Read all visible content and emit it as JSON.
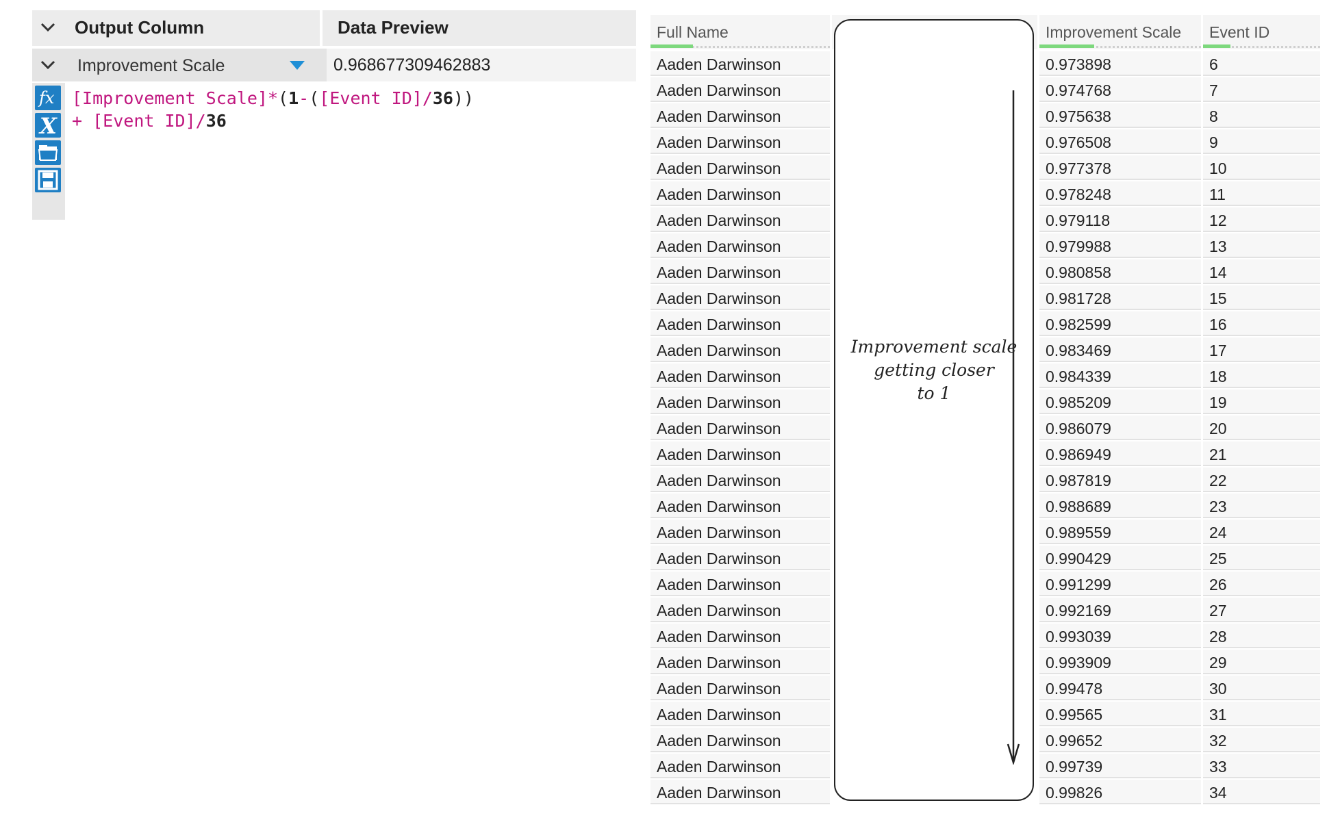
{
  "editor": {
    "header": {
      "output_column": "Output Column",
      "data_preview": "Data Preview"
    },
    "row": {
      "column_name": "Improvement Scale",
      "preview_value": "0.968677309462883"
    },
    "formula": {
      "line1_field1": "[Improvement Scale]",
      "line1_op1": "*",
      "line1_paren_open": "(",
      "line1_num1": "1",
      "line1_op2": "-",
      "line1_paren_open2": "(",
      "line1_field2": "[Event ID]",
      "line1_op3": "/",
      "line1_num2": "36",
      "line1_paren_close": "))",
      "line2_op": "+ ",
      "line2_field": "[Event ID]",
      "line2_op2": "/",
      "line2_num": "36"
    },
    "tools": [
      "fx-icon",
      "variable-x-icon",
      "open-folder-icon",
      "save-icon"
    ],
    "accent_color": "#1f7fc4",
    "field_color": "#c0177f"
  },
  "grid": {
    "headers": {
      "full_name": "Full Name",
      "improvement_scale": "Improvement Scale",
      "event_id": "Event ID"
    },
    "rows": [
      {
        "name": "Aaden Darwinson",
        "scale": "0.973898",
        "id": "6"
      },
      {
        "name": "Aaden Darwinson",
        "scale": "0.974768",
        "id": "7"
      },
      {
        "name": "Aaden Darwinson",
        "scale": "0.975638",
        "id": "8"
      },
      {
        "name": "Aaden Darwinson",
        "scale": "0.976508",
        "id": "9"
      },
      {
        "name": "Aaden Darwinson",
        "scale": "0.977378",
        "id": "10"
      },
      {
        "name": "Aaden Darwinson",
        "scale": "0.978248",
        "id": "11"
      },
      {
        "name": "Aaden Darwinson",
        "scale": "0.979118",
        "id": "12"
      },
      {
        "name": "Aaden Darwinson",
        "scale": "0.979988",
        "id": "13"
      },
      {
        "name": "Aaden Darwinson",
        "scale": "0.980858",
        "id": "14"
      },
      {
        "name": "Aaden Darwinson",
        "scale": "0.981728",
        "id": "15"
      },
      {
        "name": "Aaden Darwinson",
        "scale": "0.982599",
        "id": "16"
      },
      {
        "name": "Aaden Darwinson",
        "scale": "0.983469",
        "id": "17"
      },
      {
        "name": "Aaden Darwinson",
        "scale": "0.984339",
        "id": "18"
      },
      {
        "name": "Aaden Darwinson",
        "scale": "0.985209",
        "id": "19"
      },
      {
        "name": "Aaden Darwinson",
        "scale": "0.986079",
        "id": "20"
      },
      {
        "name": "Aaden Darwinson",
        "scale": "0.986949",
        "id": "21"
      },
      {
        "name": "Aaden Darwinson",
        "scale": "0.987819",
        "id": "22"
      },
      {
        "name": "Aaden Darwinson",
        "scale": "0.988689",
        "id": "23"
      },
      {
        "name": "Aaden Darwinson",
        "scale": "0.989559",
        "id": "24"
      },
      {
        "name": "Aaden Darwinson",
        "scale": "0.990429",
        "id": "25"
      },
      {
        "name": "Aaden Darwinson",
        "scale": "0.991299",
        "id": "26"
      },
      {
        "name": "Aaden Darwinson",
        "scale": "0.992169",
        "id": "27"
      },
      {
        "name": "Aaden Darwinson",
        "scale": "0.993039",
        "id": "28"
      },
      {
        "name": "Aaden Darwinson",
        "scale": "0.993909",
        "id": "29"
      },
      {
        "name": "Aaden Darwinson",
        "scale": "0.99478",
        "id": "30"
      },
      {
        "name": "Aaden Darwinson",
        "scale": "0.99565",
        "id": "31"
      },
      {
        "name": "Aaden Darwinson",
        "scale": "0.99652",
        "id": "32"
      },
      {
        "name": "Aaden Darwinson",
        "scale": "0.99739",
        "id": "33"
      },
      {
        "name": "Aaden Darwinson",
        "scale": "0.99826",
        "id": "34"
      }
    ]
  },
  "annotation": {
    "line1": "Improvement scale",
    "line2": "getting closer",
    "line3": "to 1",
    "icon": "down-arrow-icon"
  }
}
